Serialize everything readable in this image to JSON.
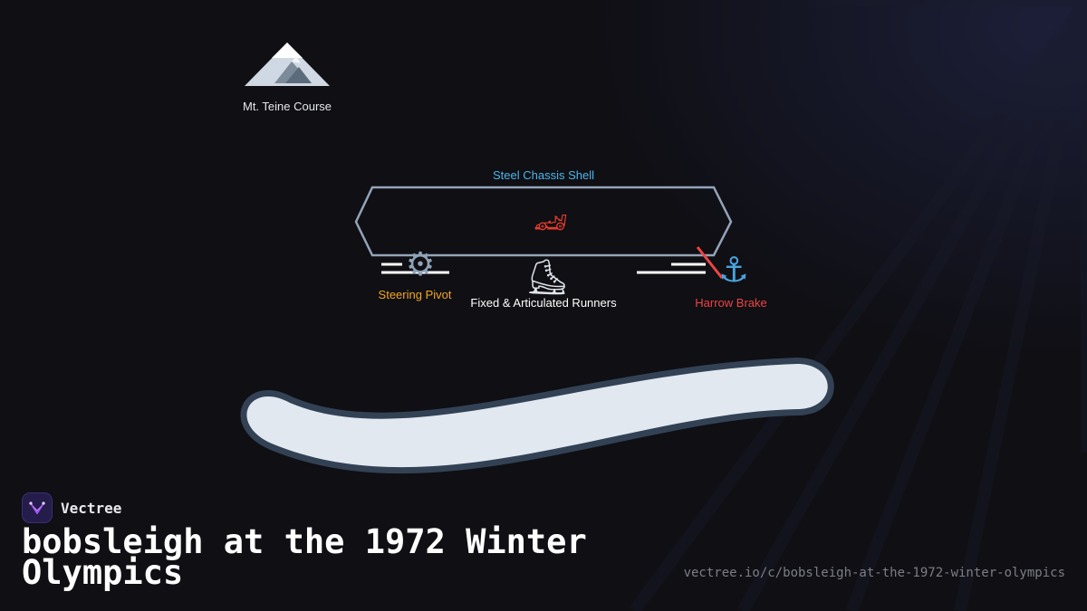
{
  "diagram": {
    "course_label": "Mt. Teine Course",
    "course_icon": "snow-capped-mountain",
    "chassis_label": "Steel Chassis Shell",
    "chassis_icon": "racing-car",
    "steering_label": "Steering Pivot",
    "steering_icon": "gear",
    "runners_label": "Fixed & Articulated Runners",
    "runners_icon": "ice-skate",
    "brake_label": "Harrow Brake",
    "brake_icon": "anchor",
    "colors": {
      "chassis_label": "#4db6ea",
      "chassis_outline": "#94a3b8",
      "steering": "#f5a623",
      "brake": "#ef4444",
      "runners": "#ffffff",
      "track_fill": "#e2e8f0",
      "track_edge": "#334155"
    }
  },
  "footer": {
    "brand_name": "Vectree",
    "title": "bobsleigh at the 1972 Winter Olympics",
    "url": "vectree.io/c/bobsleigh-at-the-1972-winter-olympics"
  }
}
